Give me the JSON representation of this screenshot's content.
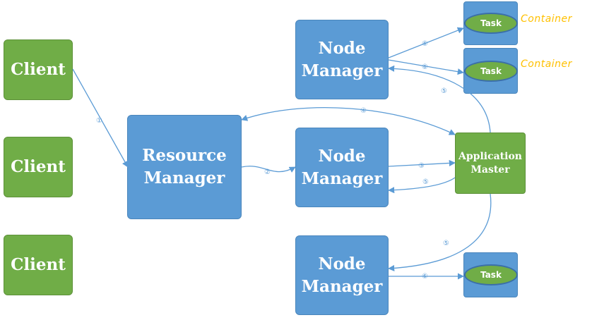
{
  "clients": [
    "Client",
    "Client",
    "Client"
  ],
  "resource_manager": {
    "line1": "Resource",
    "line2": "Manager"
  },
  "node_managers": [
    {
      "line1": "Node",
      "line2": "Manager"
    },
    {
      "line1": "Node",
      "line2": "Manager"
    },
    {
      "line1": "Node",
      "line2": "Manager"
    }
  ],
  "application_master": {
    "line1": "Application",
    "line2": "Master"
  },
  "tasks": [
    "Task",
    "Task",
    "Task"
  ],
  "container_labels": [
    "Container",
    "Container"
  ],
  "steps": [
    "①",
    "②",
    "③",
    "④",
    "⑤",
    "⑤",
    "⑤",
    "⑥",
    "⑥",
    "⑥"
  ],
  "colors": {
    "green": "#70ad47",
    "blue": "#5b9bd5",
    "container_text": "#ffc000"
  }
}
